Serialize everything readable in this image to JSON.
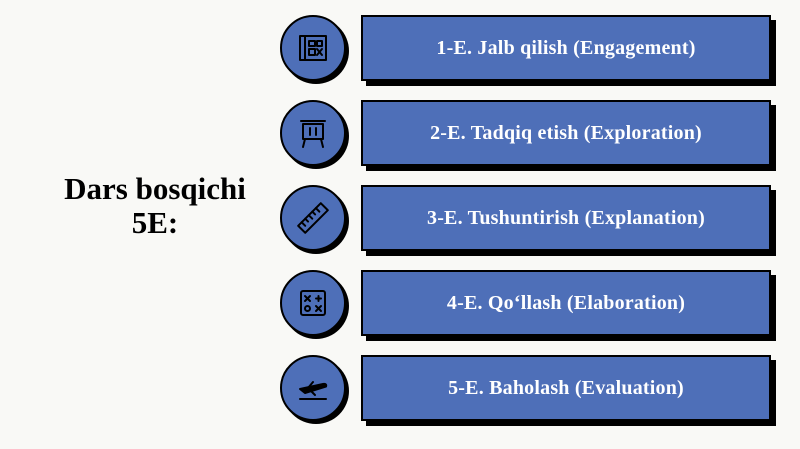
{
  "title": {
    "line1": "Dars bosqichi",
    "line2": "5E:"
  },
  "colors": {
    "accent": "#4e6fb8",
    "outline": "#000000",
    "text": "#ffffff",
    "background": "#f9f9f6"
  },
  "steps": [
    {
      "label": "1-E. Jalb qilish (Engagement)",
      "icon": "drafting-plan-icon"
    },
    {
      "label": "2-E. Tadqiq etish (Exploration)",
      "icon": "easel-board-icon"
    },
    {
      "label": "3-E. Tushuntirish (Explanation)",
      "icon": "ruler-icon"
    },
    {
      "label": "4-E. Qo‘llash (Elaboration)",
      "icon": "math-operations-icon"
    },
    {
      "label": "5-E. Baholash (Evaluation)",
      "icon": "airplane-takeoff-icon"
    }
  ]
}
